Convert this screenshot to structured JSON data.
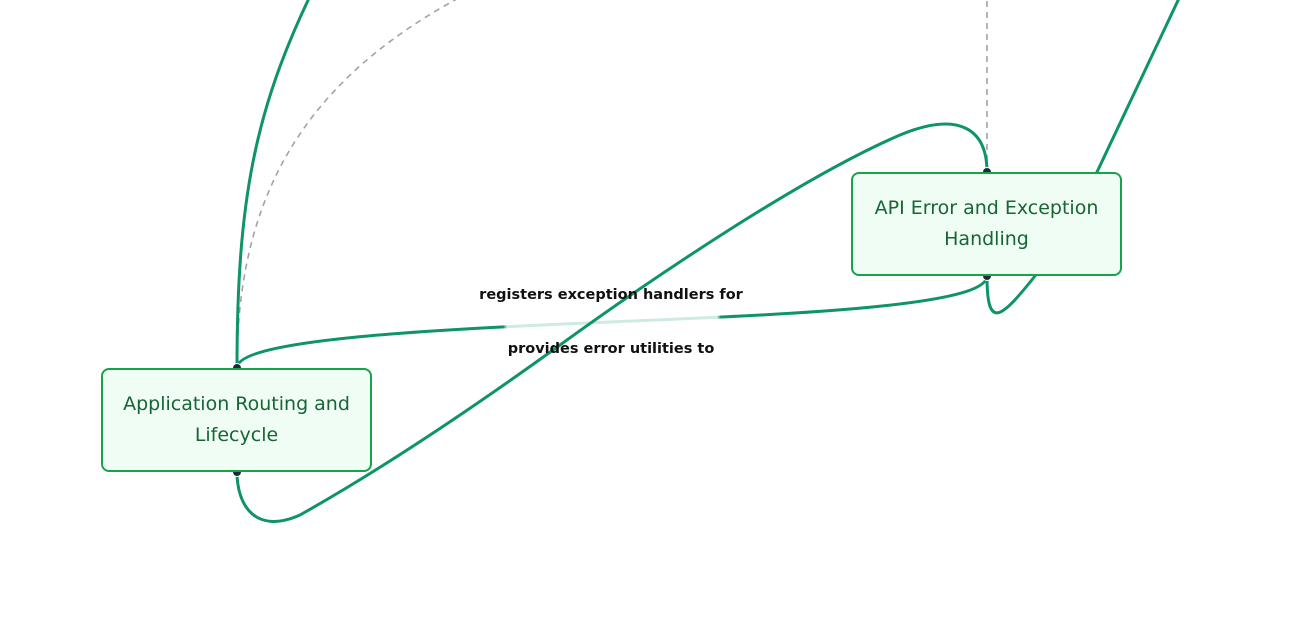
{
  "diagram": {
    "nodes": [
      {
        "id": "routing",
        "label": "Application Routing and Lifecycle"
      },
      {
        "id": "api",
        "label": "API Error and Exception Handling"
      }
    ],
    "edges": [
      {
        "from": "routing",
        "to": "api",
        "label": "registers exception handlers for",
        "style": "solid"
      },
      {
        "from": "api",
        "to": "routing",
        "label": "provides error utilities to",
        "style": "solid"
      },
      {
        "from": "routing",
        "to": "offscreen-top",
        "label": "",
        "style": "solid"
      },
      {
        "from": "routing",
        "to": "offscreen-top",
        "label": "",
        "style": "dashed"
      },
      {
        "from": "api",
        "to": "offscreen-top",
        "label": "",
        "style": "dashed"
      },
      {
        "from": "api",
        "to": "offscreen-top-right",
        "label": "",
        "style": "solid"
      }
    ]
  },
  "colors": {
    "edge": "#0e9466",
    "edge_dashed": "#a3a3a3",
    "node_border": "#16a34a",
    "node_fill": "#f0fdf4",
    "node_text": "#166534",
    "handle": "#1f2937",
    "label_text": "#111111"
  }
}
